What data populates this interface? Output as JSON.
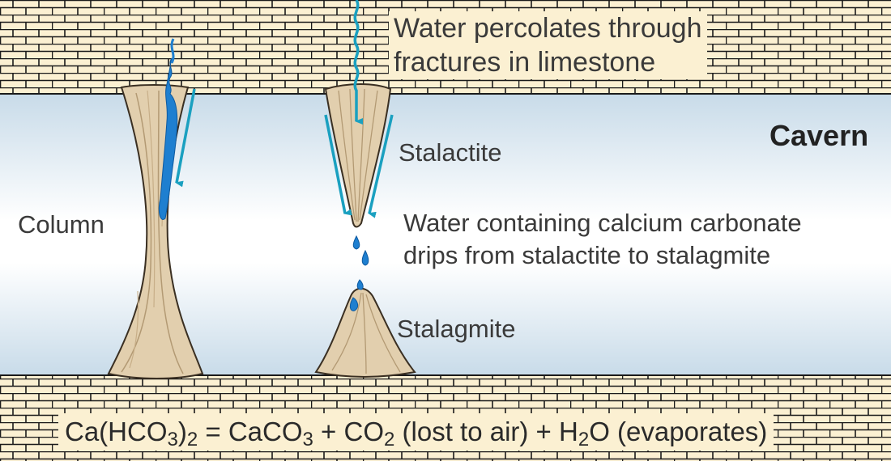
{
  "labels": {
    "percolates_line1": "Water percolates through",
    "percolates_line2": "fractures in limestone",
    "cavern": "Cavern",
    "stalactite": "Stalactite",
    "column": "Column",
    "drips_line1": "Water containing calcium carbonate",
    "drips_line2": "drips from stalactite to stalagmite",
    "stalagmite": "Stalagmite"
  },
  "equation": {
    "reactant": "Ca(HCO",
    "reactant_sub3": "3",
    "reactant_close": ")",
    "reactant_sub2": "2",
    "equals": " = CaCO",
    "caco3_sub": "3",
    "plus_co": " + CO",
    "co2_sub": "2",
    "lost": " (lost to air) + H",
    "h2o_sub": "2",
    "evap": "O (evaporates)"
  },
  "colors": {
    "limestone": "#fbf0d2",
    "mortar": "#1a1a1a",
    "cavern": "#dbe8f2",
    "water": "#1aa0c0",
    "water_fill": "#1e7fd0",
    "formation": "#e2cfae",
    "formation_shade": "#c7ae88"
  }
}
